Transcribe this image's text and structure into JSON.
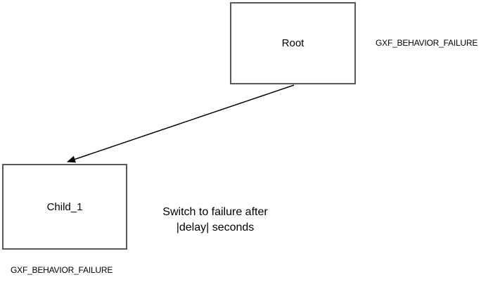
{
  "diagram": {
    "background_color": "#ffffff",
    "nodes": [
      {
        "id": "root",
        "label": "Root",
        "behavior_type": "GXF_BEHAVIOR_FAILURE"
      },
      {
        "id": "child_1",
        "label": "Child_1",
        "behavior_type": "GXF_BEHAVIOR_FAILURE"
      }
    ],
    "edges": [
      {
        "from": "root",
        "to": "child_1",
        "label_lines": [
          "Switch to failure after",
          "|delay| seconds"
        ]
      }
    ],
    "colors": {
      "node_border": "#595959",
      "node_fill": "#ffffff",
      "arrow": "#000000",
      "text": "#000000"
    }
  }
}
